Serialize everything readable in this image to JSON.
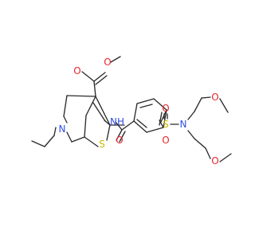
{
  "molecule": {
    "atoms": {
      "ester_o_single": {
        "text": "O",
        "color": "#e8262b"
      },
      "ester_o_double": {
        "text": "O",
        "color": "#e8262b"
      },
      "ring_n": {
        "text": "N",
        "color": "#3250e3"
      },
      "thiophene_s": {
        "text": "S",
        "color": "#c9b800"
      },
      "amide_nh": {
        "text": "NH",
        "color": "#3250e3"
      },
      "amide_o": {
        "text": "O",
        "color": "#e8262b"
      },
      "sulfonyl_s": {
        "text": "S",
        "color": "#c9b800"
      },
      "sulfonyl_o_top": {
        "text": "O",
        "color": "#e8262b"
      },
      "sulfonyl_o_bottom": {
        "text": "O",
        "color": "#e8262b"
      },
      "sulfonamide_n": {
        "text": "N",
        "color": "#3250e3"
      },
      "methoxy_o_top": {
        "text": "O",
        "color": "#e8262b"
      },
      "methoxy_o_bottom": {
        "text": "O",
        "color": "#e8262b"
      }
    },
    "bond_color": "#2b2b2b"
  }
}
